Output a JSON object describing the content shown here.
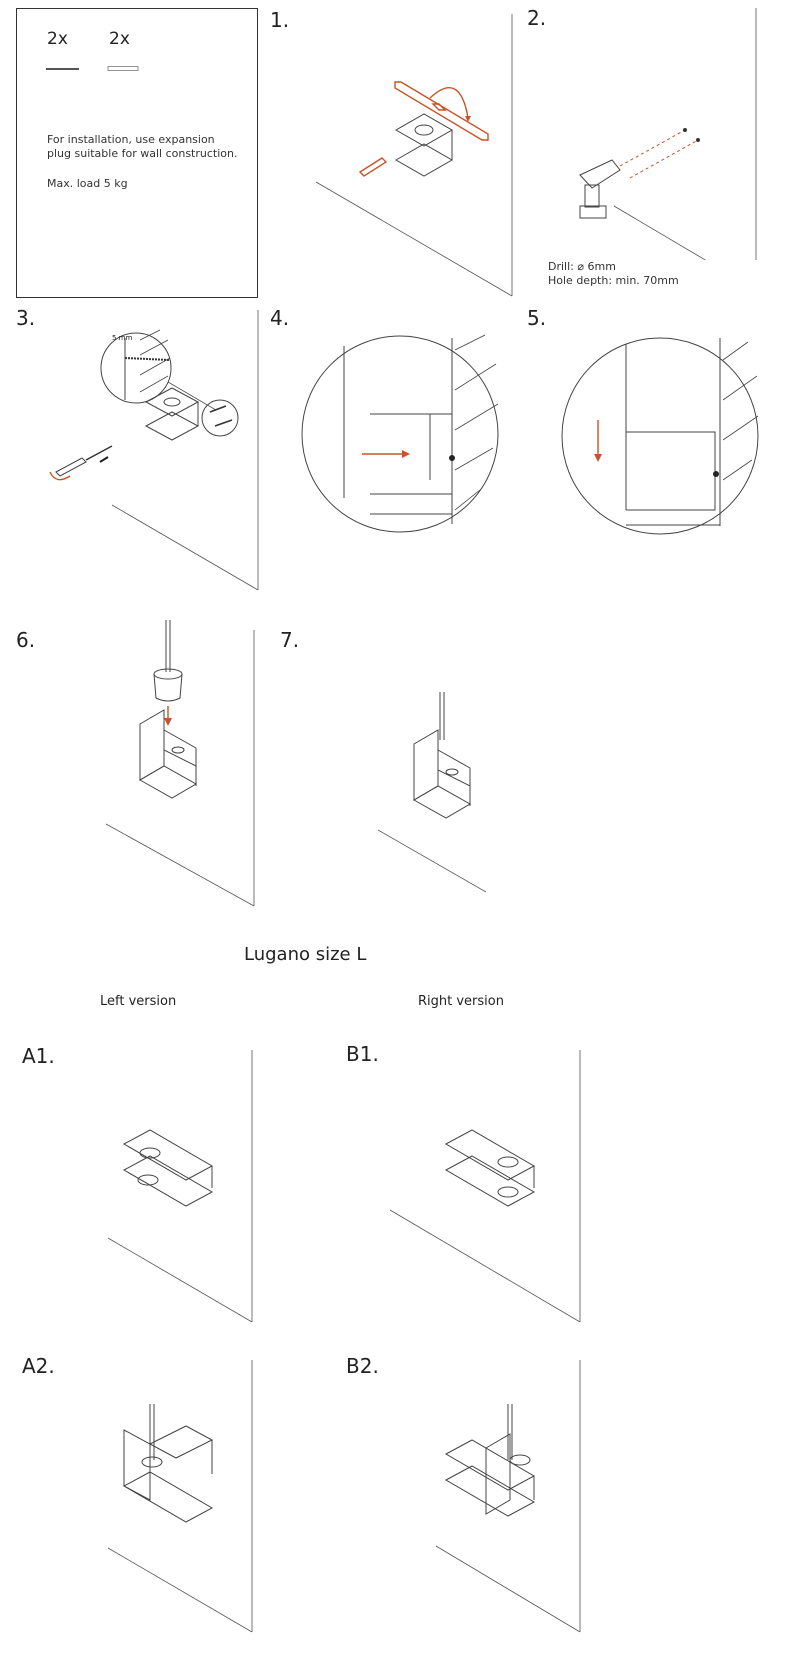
{
  "box": {
    "qty_screw": "2x",
    "qty_plug": "2x",
    "note_line1": "For installation, use expansion",
    "note_line2": "plug suitable for wall construction.",
    "max_load": "Max. load 5 kg"
  },
  "steps": [
    "1.",
    "2.",
    "3.",
    "4.",
    "5.",
    "6.",
    "7."
  ],
  "drill_text": {
    "line1": "Drill: ⌀ 6mm",
    "line2": "Hole depth: min. 70mm"
  },
  "detail_label": "5 mm",
  "size_title": "Lugano size L",
  "left_version": "Left version",
  "right_version": "Right version",
  "variant_labels": [
    "A1.",
    "B1.",
    "A2.",
    "B2."
  ],
  "colors": {
    "accent": "#c8532b",
    "line": "#444444"
  }
}
